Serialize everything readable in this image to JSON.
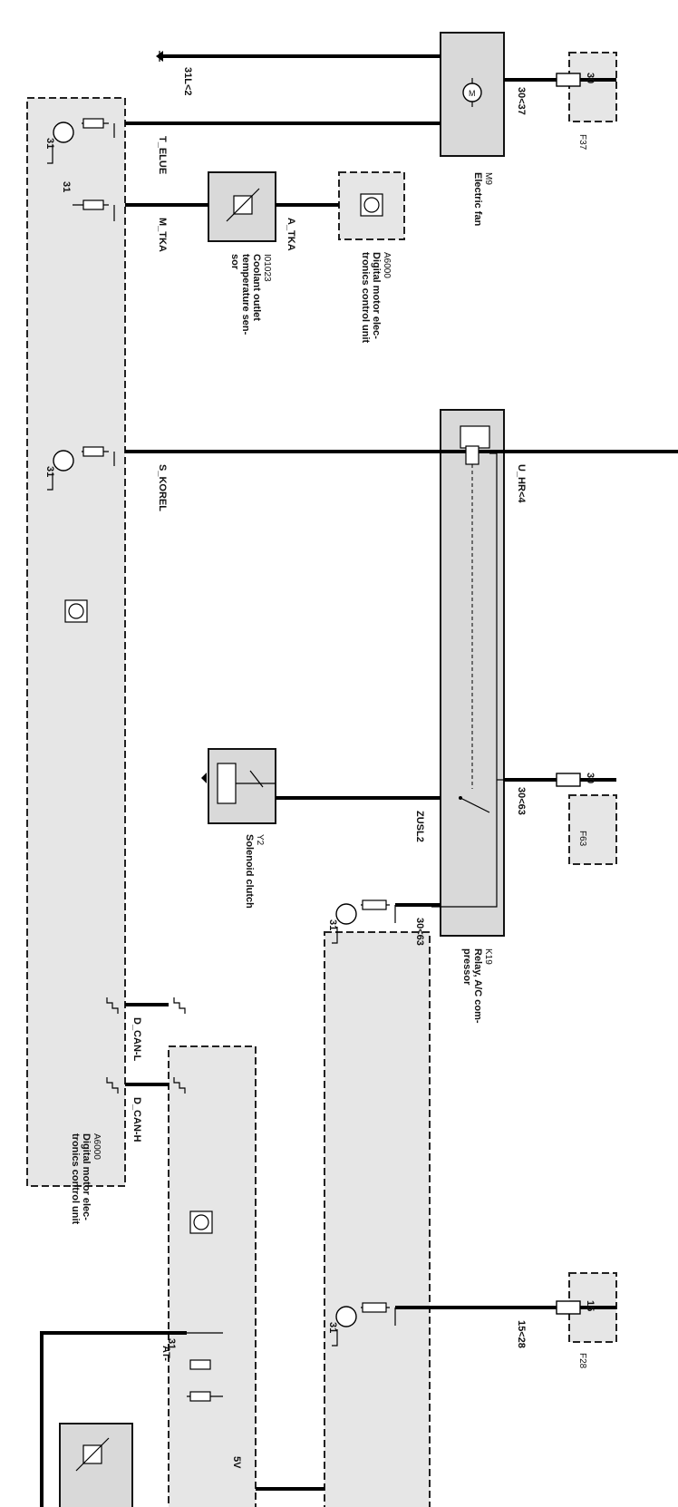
{
  "labels": {
    "ground_31L2": "31L<2",
    "t_elue": "T_ELUE",
    "m_tka": "M_TKA",
    "a_tka": "A_TKA",
    "s_korel": "S_KOREL",
    "u_hr4": "U_HR<4",
    "zusl2": "ZUSL2",
    "w30_37": "30<37",
    "w30_63": "30<63",
    "w30_63b": "30<63",
    "w15_28": "15<28",
    "d_can_l": "D_CAN-L",
    "d_can_h": "D_CAN-H",
    "at_minus": "AT-",
    "five_v": "5V",
    "t31": "31",
    "t30": "30",
    "t15": "15"
  },
  "components": {
    "m9": {
      "id": "M9",
      "desc_lines": [
        "Electric fan"
      ]
    },
    "f37": {
      "id": "F37"
    },
    "i01023": {
      "id": "I01023",
      "desc_lines": [
        "Coolant outlet",
        "temperature sen-",
        "sor"
      ]
    },
    "a6000_top": {
      "id": "A6000",
      "desc_lines": [
        "Digital motor elec-",
        "tronics control unit"
      ]
    },
    "k19": {
      "id": "K19",
      "desc_lines": [
        "Relay, A/C com-",
        "pressor"
      ]
    },
    "f63": {
      "id": "F63"
    },
    "y2": {
      "id": "Y2",
      "desc_lines": [
        "Solenoid clutch"
      ]
    },
    "a6000_main": {
      "id": "A6000",
      "desc_lines": [
        "Digital motor elec-",
        "tronics control unit"
      ]
    },
    "f28": {
      "id": "F28"
    }
  },
  "colors": {
    "component_fill": "#d9d9d9",
    "module_fill": "#e6e6e6",
    "wire": "#000000"
  }
}
